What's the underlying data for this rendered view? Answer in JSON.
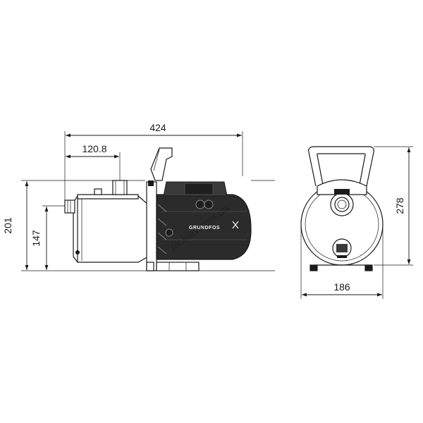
{
  "dimensions": {
    "overall_length": "424",
    "inlet_offset": "120.8",
    "overall_height_side": "201",
    "inlet_height": "147",
    "overall_height_front": "278",
    "overall_width_front": "186"
  },
  "brand": {
    "logo_text": "GRUNDFOS"
  },
  "watermark": {
    "text": "nk.kiev.com.ua"
  },
  "colors": {
    "line": "#1a1a1a",
    "body_fill": "#ffffff",
    "motor_fill": "#2b2b2b",
    "dark_fill": "#3a3a3a"
  }
}
